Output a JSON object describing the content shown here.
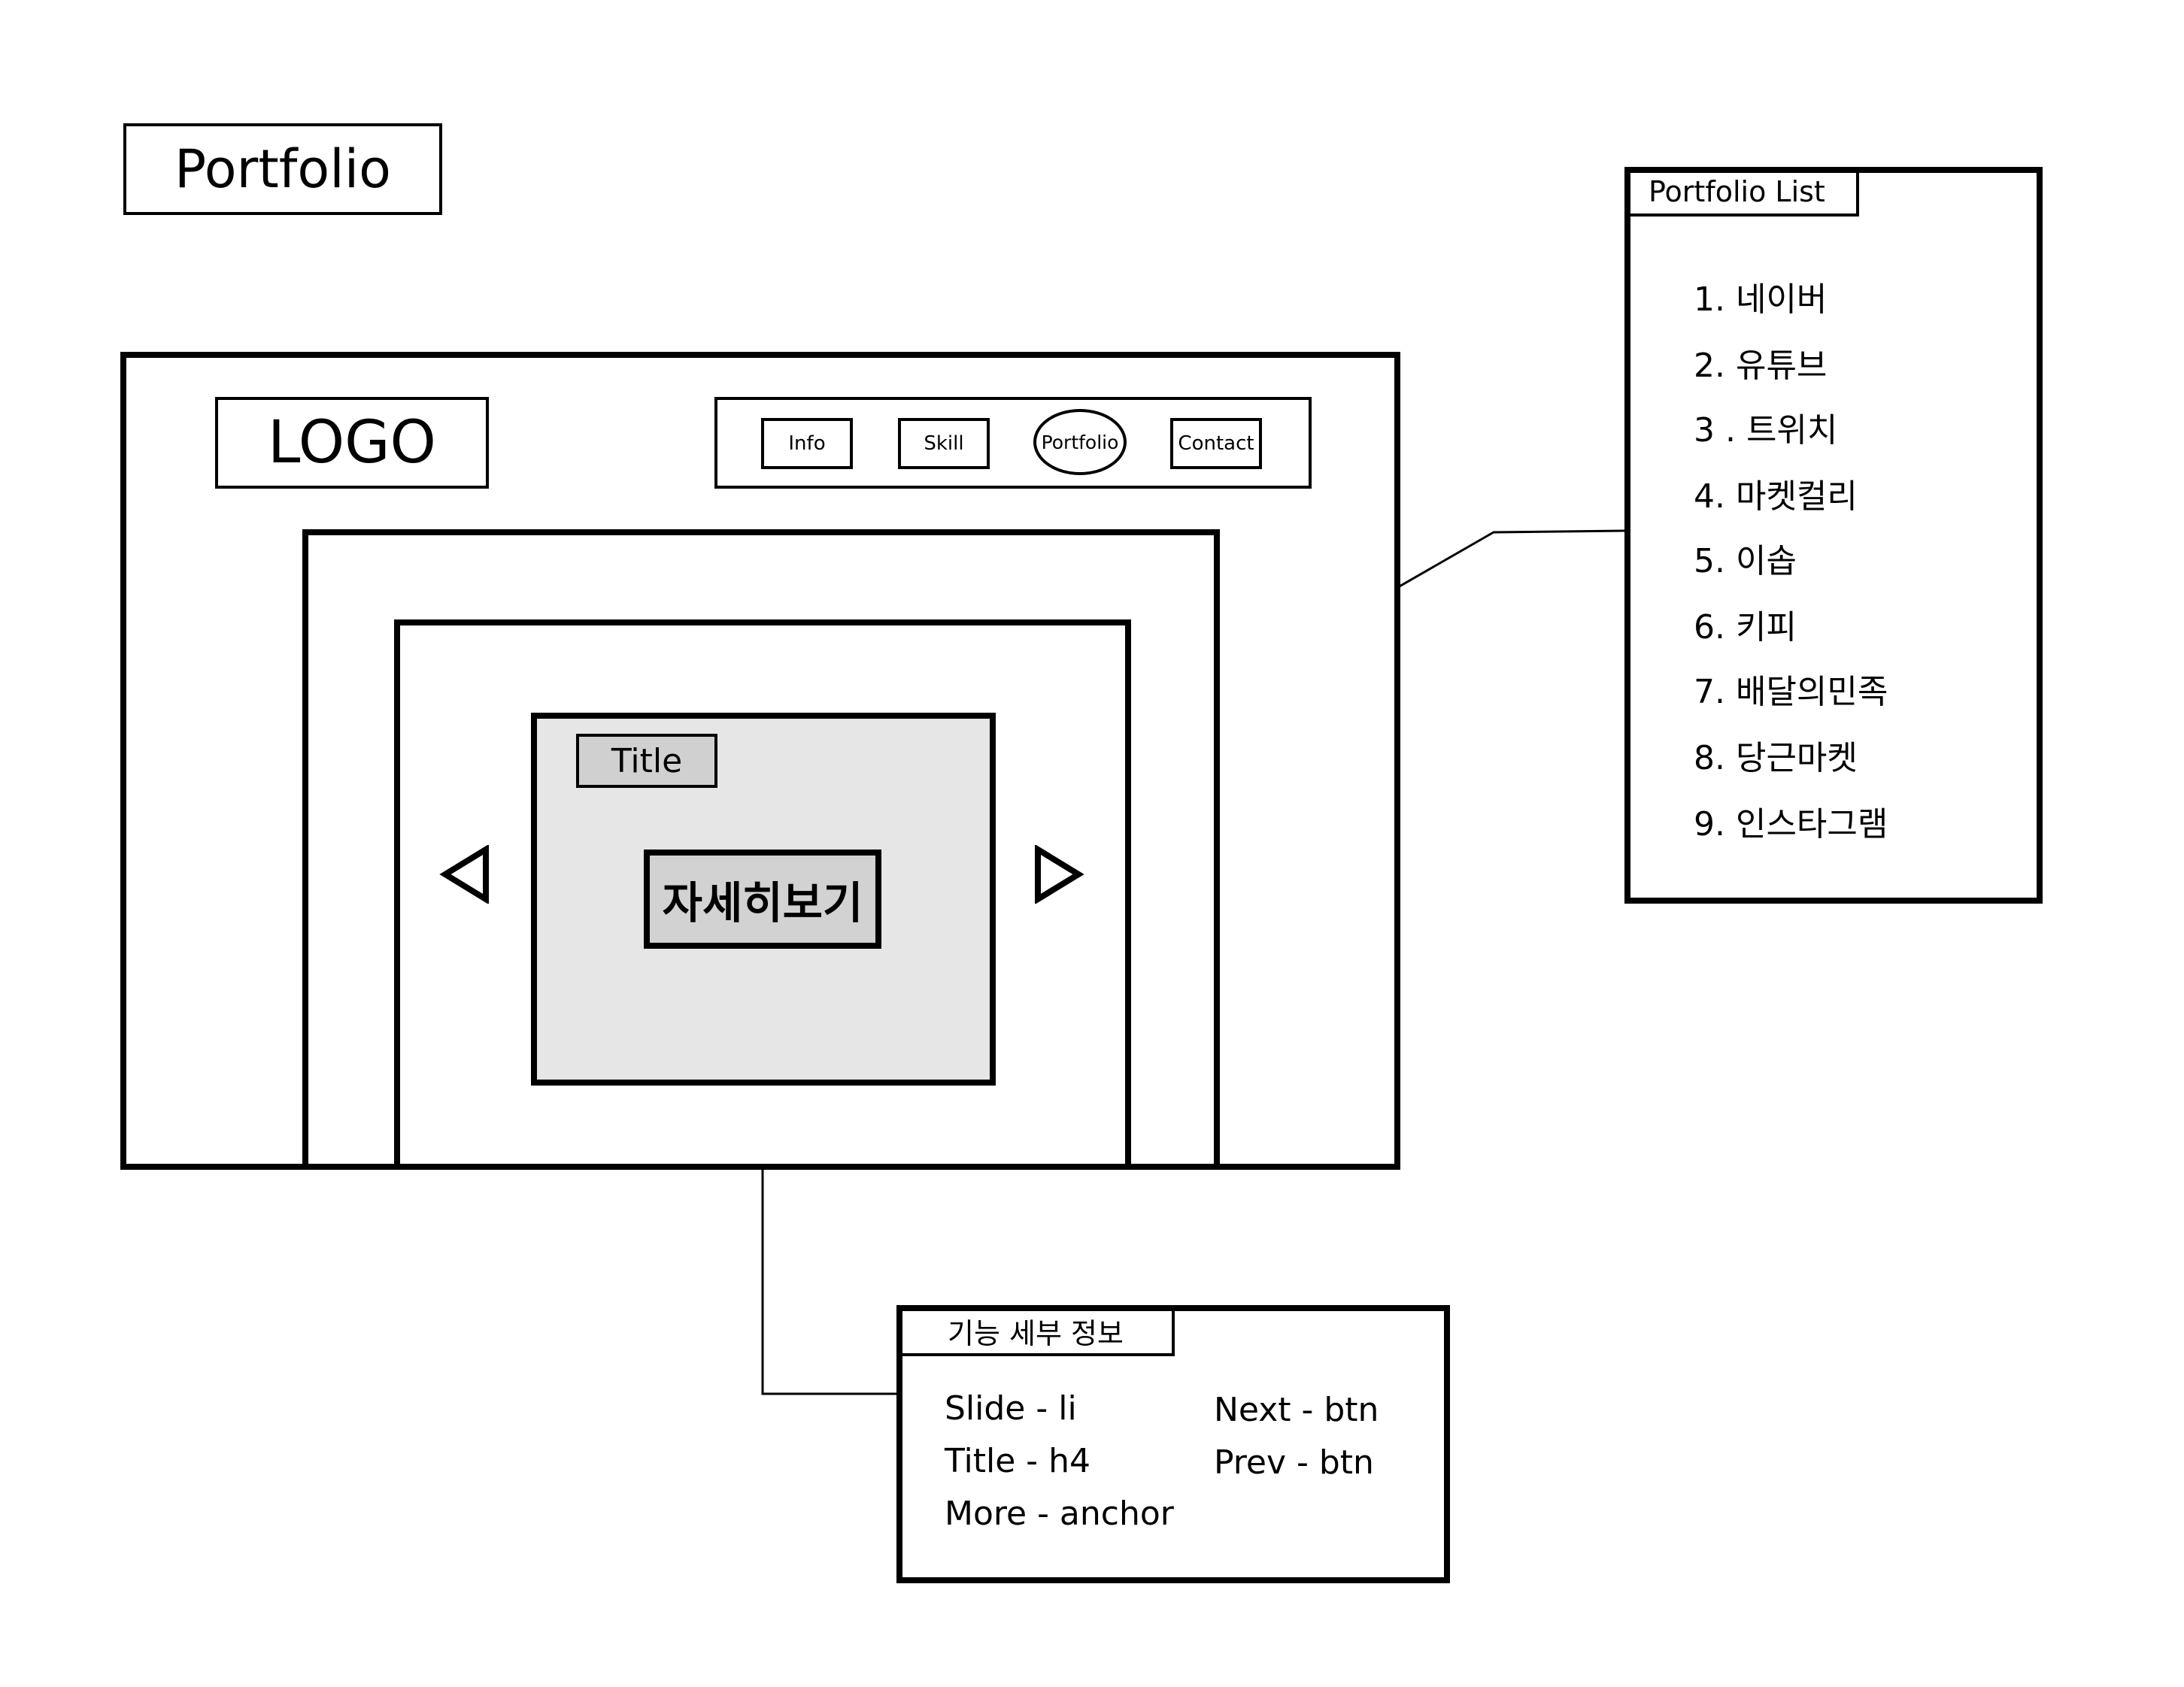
{
  "page": {
    "title": "Portfolio"
  },
  "wireframe": {
    "logo": "LOGO",
    "nav": [
      {
        "label": "Info",
        "active": false
      },
      {
        "label": "Skill",
        "active": false
      },
      {
        "label": "Portfolio",
        "active": true
      },
      {
        "label": "Contact",
        "active": false
      }
    ],
    "slide": {
      "title": "Title",
      "more_label": "자세히보기"
    },
    "prev_icon": "triangle-left-icon",
    "next_icon": "triangle-right-icon"
  },
  "portfolio_list": {
    "heading": "Portfolio List",
    "items": [
      "1. 네이버",
      "2. 유튜브",
      "3 . 트위치",
      "4. 마켓컬리",
      "5. 이솝",
      "6. 키피",
      "7. 배달의민족",
      "8. 당근마켓",
      "9. 인스타그램"
    ]
  },
  "detail": {
    "heading": "기능 세부 정보",
    "left": [
      "Slide - li",
      "Title - h4",
      "More - anchor"
    ],
    "right": [
      "Next - btn",
      "Prev - btn"
    ]
  }
}
